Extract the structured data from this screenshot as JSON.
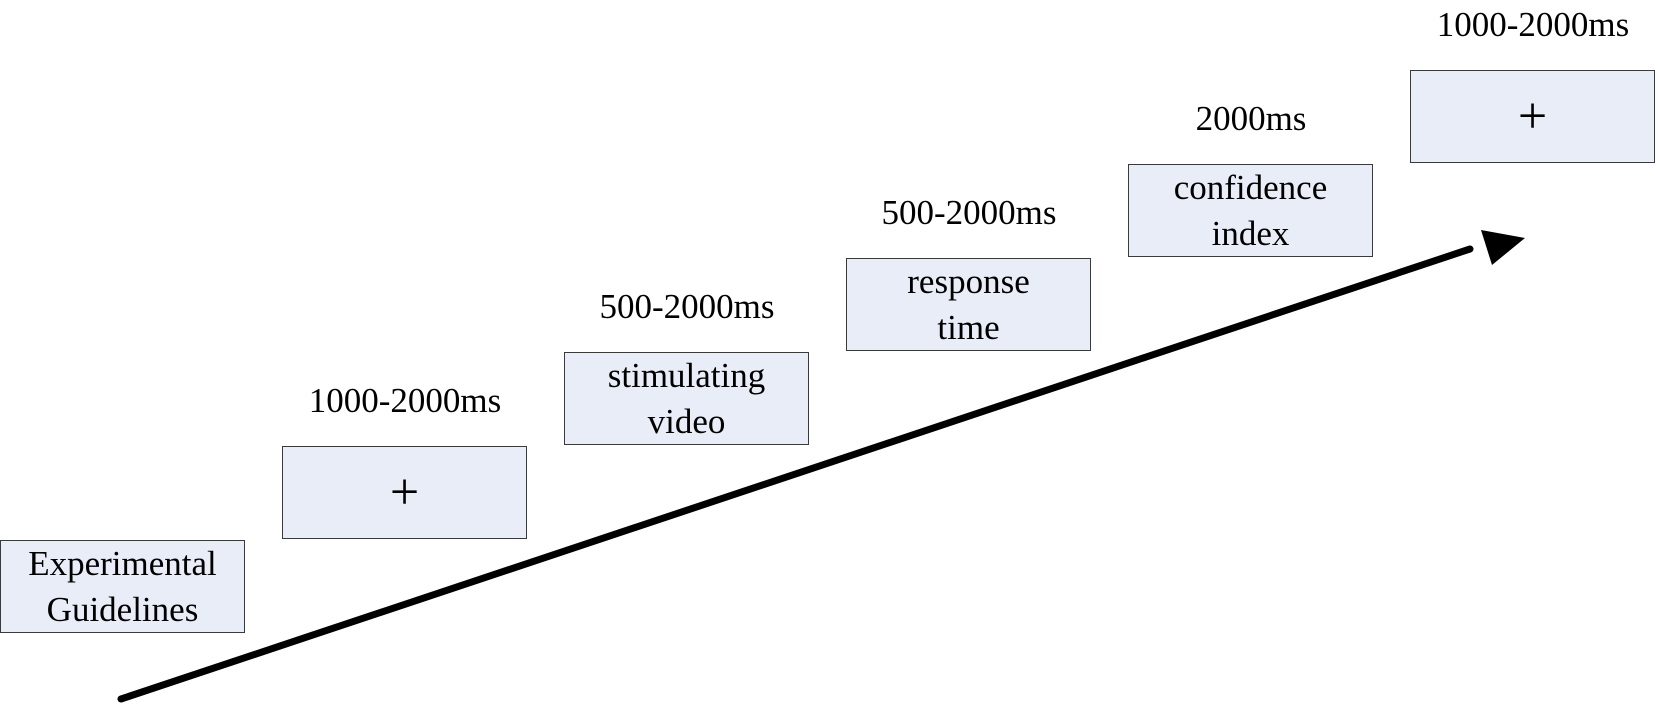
{
  "colors": {
    "box_fill": "#e8edf7",
    "box_border": "#3a3a3a",
    "arrow": "#000000",
    "text": "#000000"
  },
  "steps": [
    {
      "label": "Experimental\nGuidelines",
      "duration": ""
    },
    {
      "label": "+",
      "duration": "1000-2000ms"
    },
    {
      "label": "stimulating\nvideo",
      "duration": "500-2000ms"
    },
    {
      "label": "response\ntime",
      "duration": "500-2000ms"
    },
    {
      "label": "confidence\nindex",
      "duration": "2000ms"
    },
    {
      "label": "+",
      "duration": "1000-2000ms"
    }
  ]
}
